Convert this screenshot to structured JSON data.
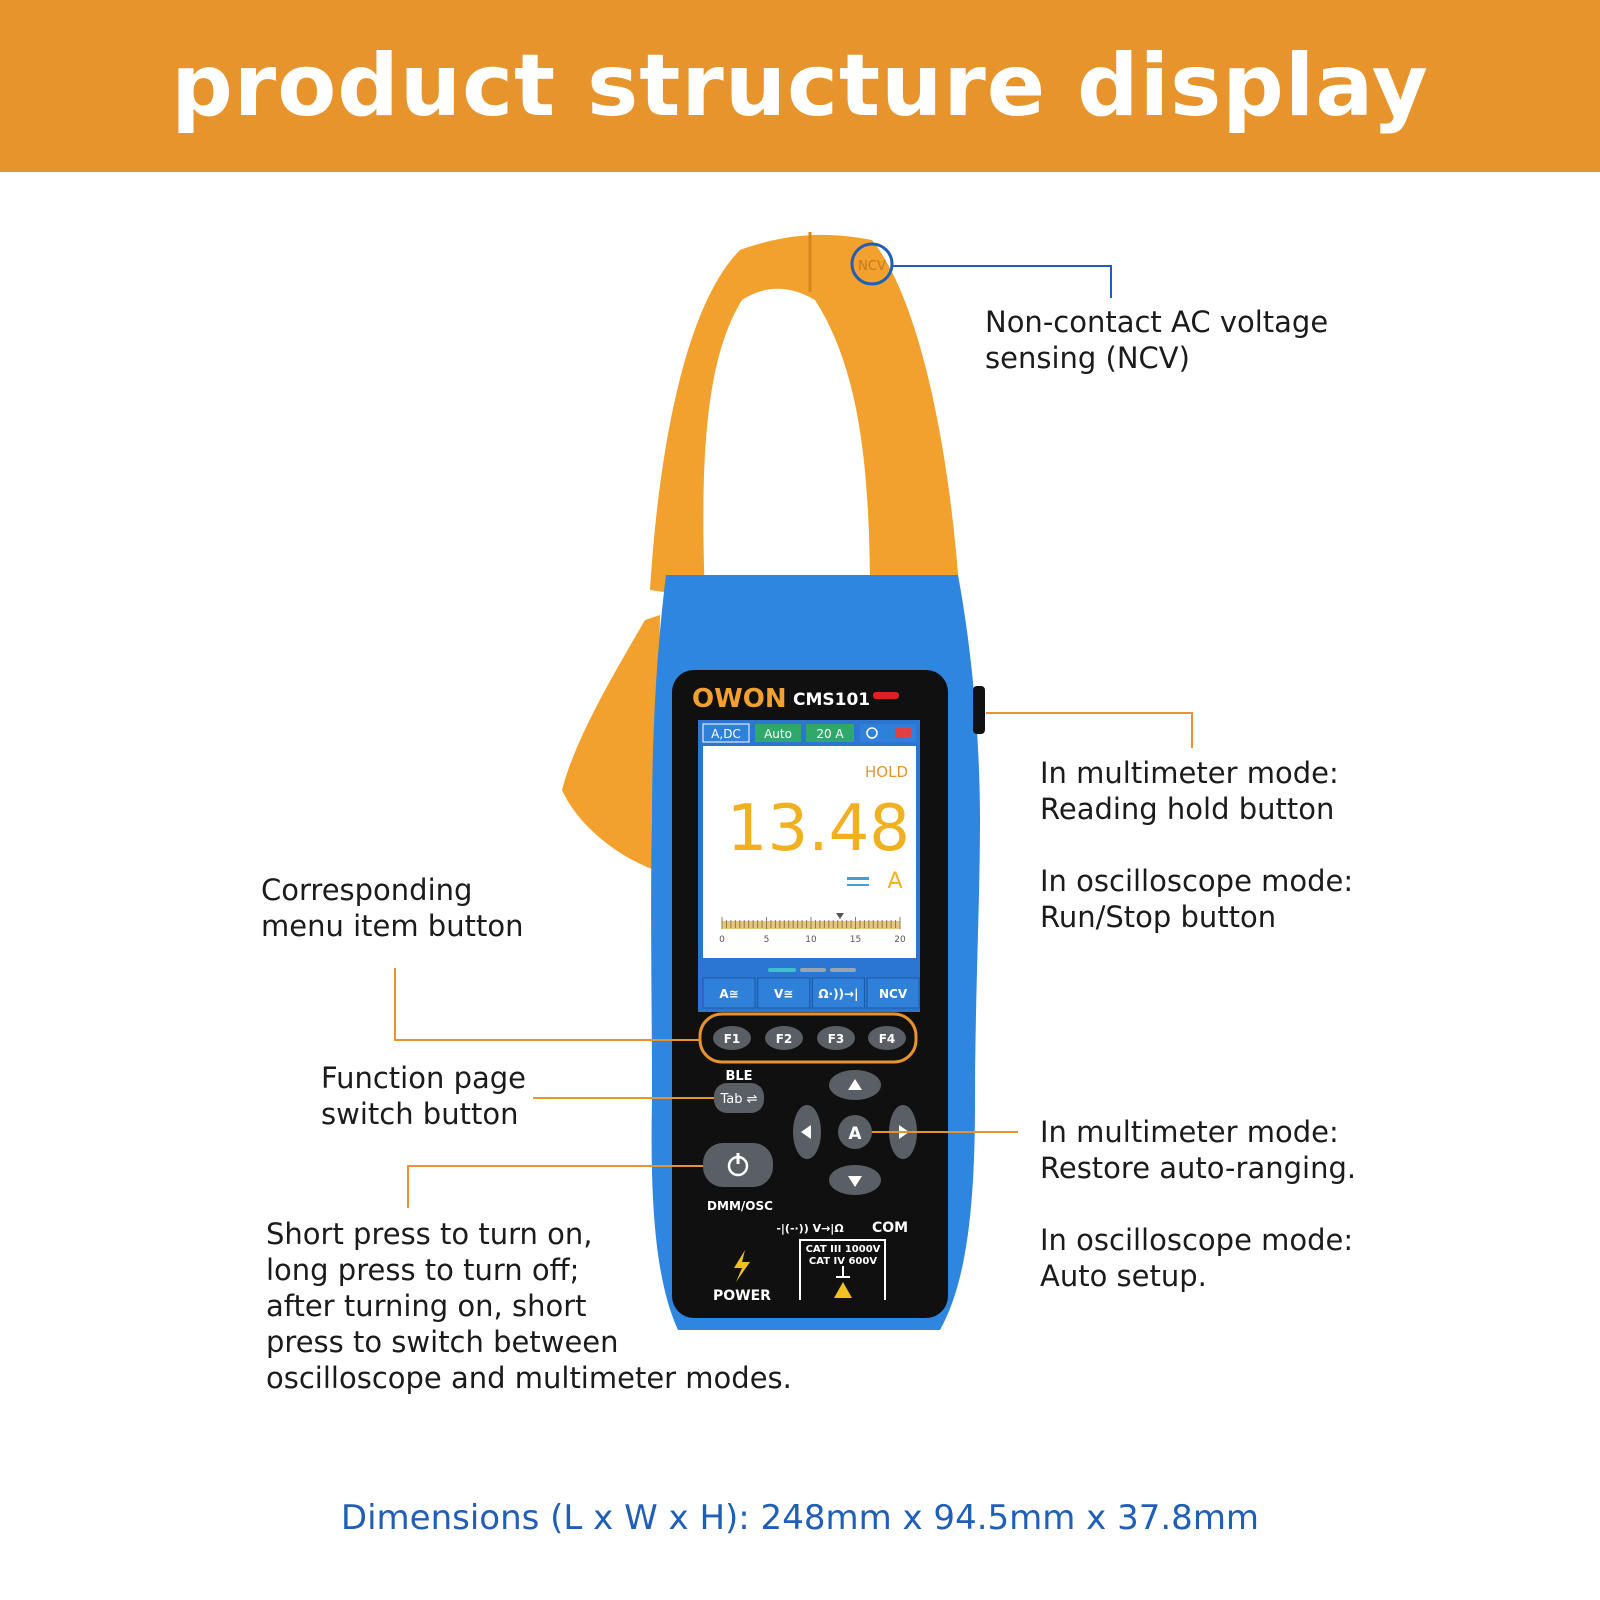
{
  "banner": {
    "title": "product structure display",
    "color": "#E8942C"
  },
  "device": {
    "brand": "OWON",
    "model": "CMS101",
    "status_tags": [
      "A,DC",
      "Auto",
      "20 A"
    ],
    "hold_label": "HOLD",
    "reading": "13.48",
    "unit": "A",
    "scale_ticks": [
      "0",
      "5",
      "10",
      "15",
      "20"
    ],
    "function_tabs": [
      "A≅",
      "V≅",
      "Ω·))→|",
      "NCV"
    ],
    "f_buttons": [
      "F1",
      "F2",
      "F3",
      "F4"
    ],
    "ble_label": "BLE",
    "tab_label": "Tab ⇌",
    "center_key": "A",
    "mode_label": "DMM/OSC",
    "power_label": "POWER",
    "terminal_symbols": "-|(-·)) V→|Ω",
    "com_label": "COM",
    "cat_rating_1": "CAT III 1000V",
    "cat_rating_2": "CAT IV 600V",
    "jaw_label": "NCV",
    "colors": {
      "body": "#2E86E0",
      "jaw": "#F2A02E",
      "panel": "#101010",
      "reading": "#F0B020"
    }
  },
  "callouts": {
    "ncv": [
      "Non-contact AC voltage",
      "sensing (NCV)"
    ],
    "hold_dmm": [
      "In multimeter mode:",
      "Reading hold button"
    ],
    "hold_osc": [
      "In oscilloscope mode:",
      "Run/Stop button"
    ],
    "menu": [
      "Corresponding",
      "menu item button"
    ],
    "function": [
      "Function page",
      "switch button"
    ],
    "power": [
      "Short press to turn on,",
      "long press to turn off;",
      "after turning on, short",
      "press to switch between",
      "oscilloscope and multimeter modes."
    ],
    "auto_dmm": [
      "In multimeter mode:",
      "Restore auto-ranging."
    ],
    "auto_osc": [
      "In oscilloscope mode:",
      "Auto setup."
    ]
  },
  "dimensions": "Dimensions (L x W x H): 248mm x 94.5mm x 37.8mm"
}
